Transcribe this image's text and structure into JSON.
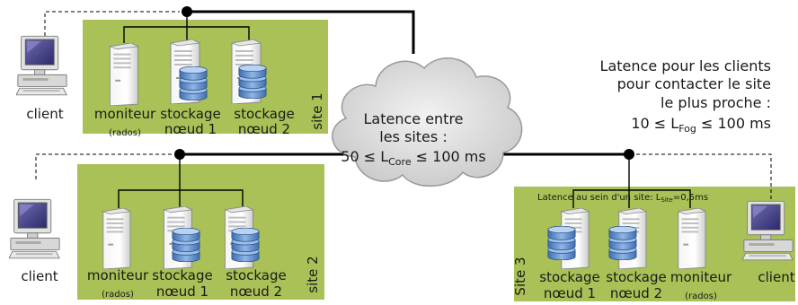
{
  "sites": [
    {
      "label": "site 1",
      "servers": [
        {
          "line1": "moniteur",
          "line2": "(rados)"
        },
        {
          "line1": "stockage",
          "line2": "nœud 1"
        },
        {
          "line1": "stockage",
          "line2": "nœud 2"
        }
      ]
    },
    {
      "label": "site 2",
      "servers": [
        {
          "line1": "moniteur",
          "line2": "(rados)"
        },
        {
          "line1": "stockage",
          "line2": "nœud 1"
        },
        {
          "line1": "stockage",
          "line2": "nœud 2"
        }
      ]
    },
    {
      "label": "Site 3",
      "intra_latence_prefix": "Latence au sein d'un site:  L",
      "intra_latence_sub": "Site",
      "intra_latence_suffix": "=0,5ms",
      "servers": [
        {
          "line1": "stockage",
          "line2": "nœud 1"
        },
        {
          "line1": "stockage",
          "line2": "nœud 2"
        },
        {
          "line1": "moniteur",
          "line2": "(rados)"
        }
      ]
    }
  ],
  "clients": [
    "client",
    "client",
    "client"
  ],
  "cloud": {
    "line1": "Latence entre",
    "line2": "les sites :",
    "formula_left": "50 ≤ L",
    "formula_sub": "Core",
    "formula_right": " ≤ 100 ms"
  },
  "fog": {
    "line1": "Latence pour les clients",
    "line2": "pour contacter le site",
    "line3": "le plus proche :",
    "formula_left": "10 ≤ L",
    "formula_sub": "Fog",
    "formula_right": " ≤ 100 ms"
  },
  "colors": {
    "site_bg": "#a9c157",
    "cloud": "#d9d9d9",
    "disk": "#5b8fd0",
    "line": "#000000"
  }
}
